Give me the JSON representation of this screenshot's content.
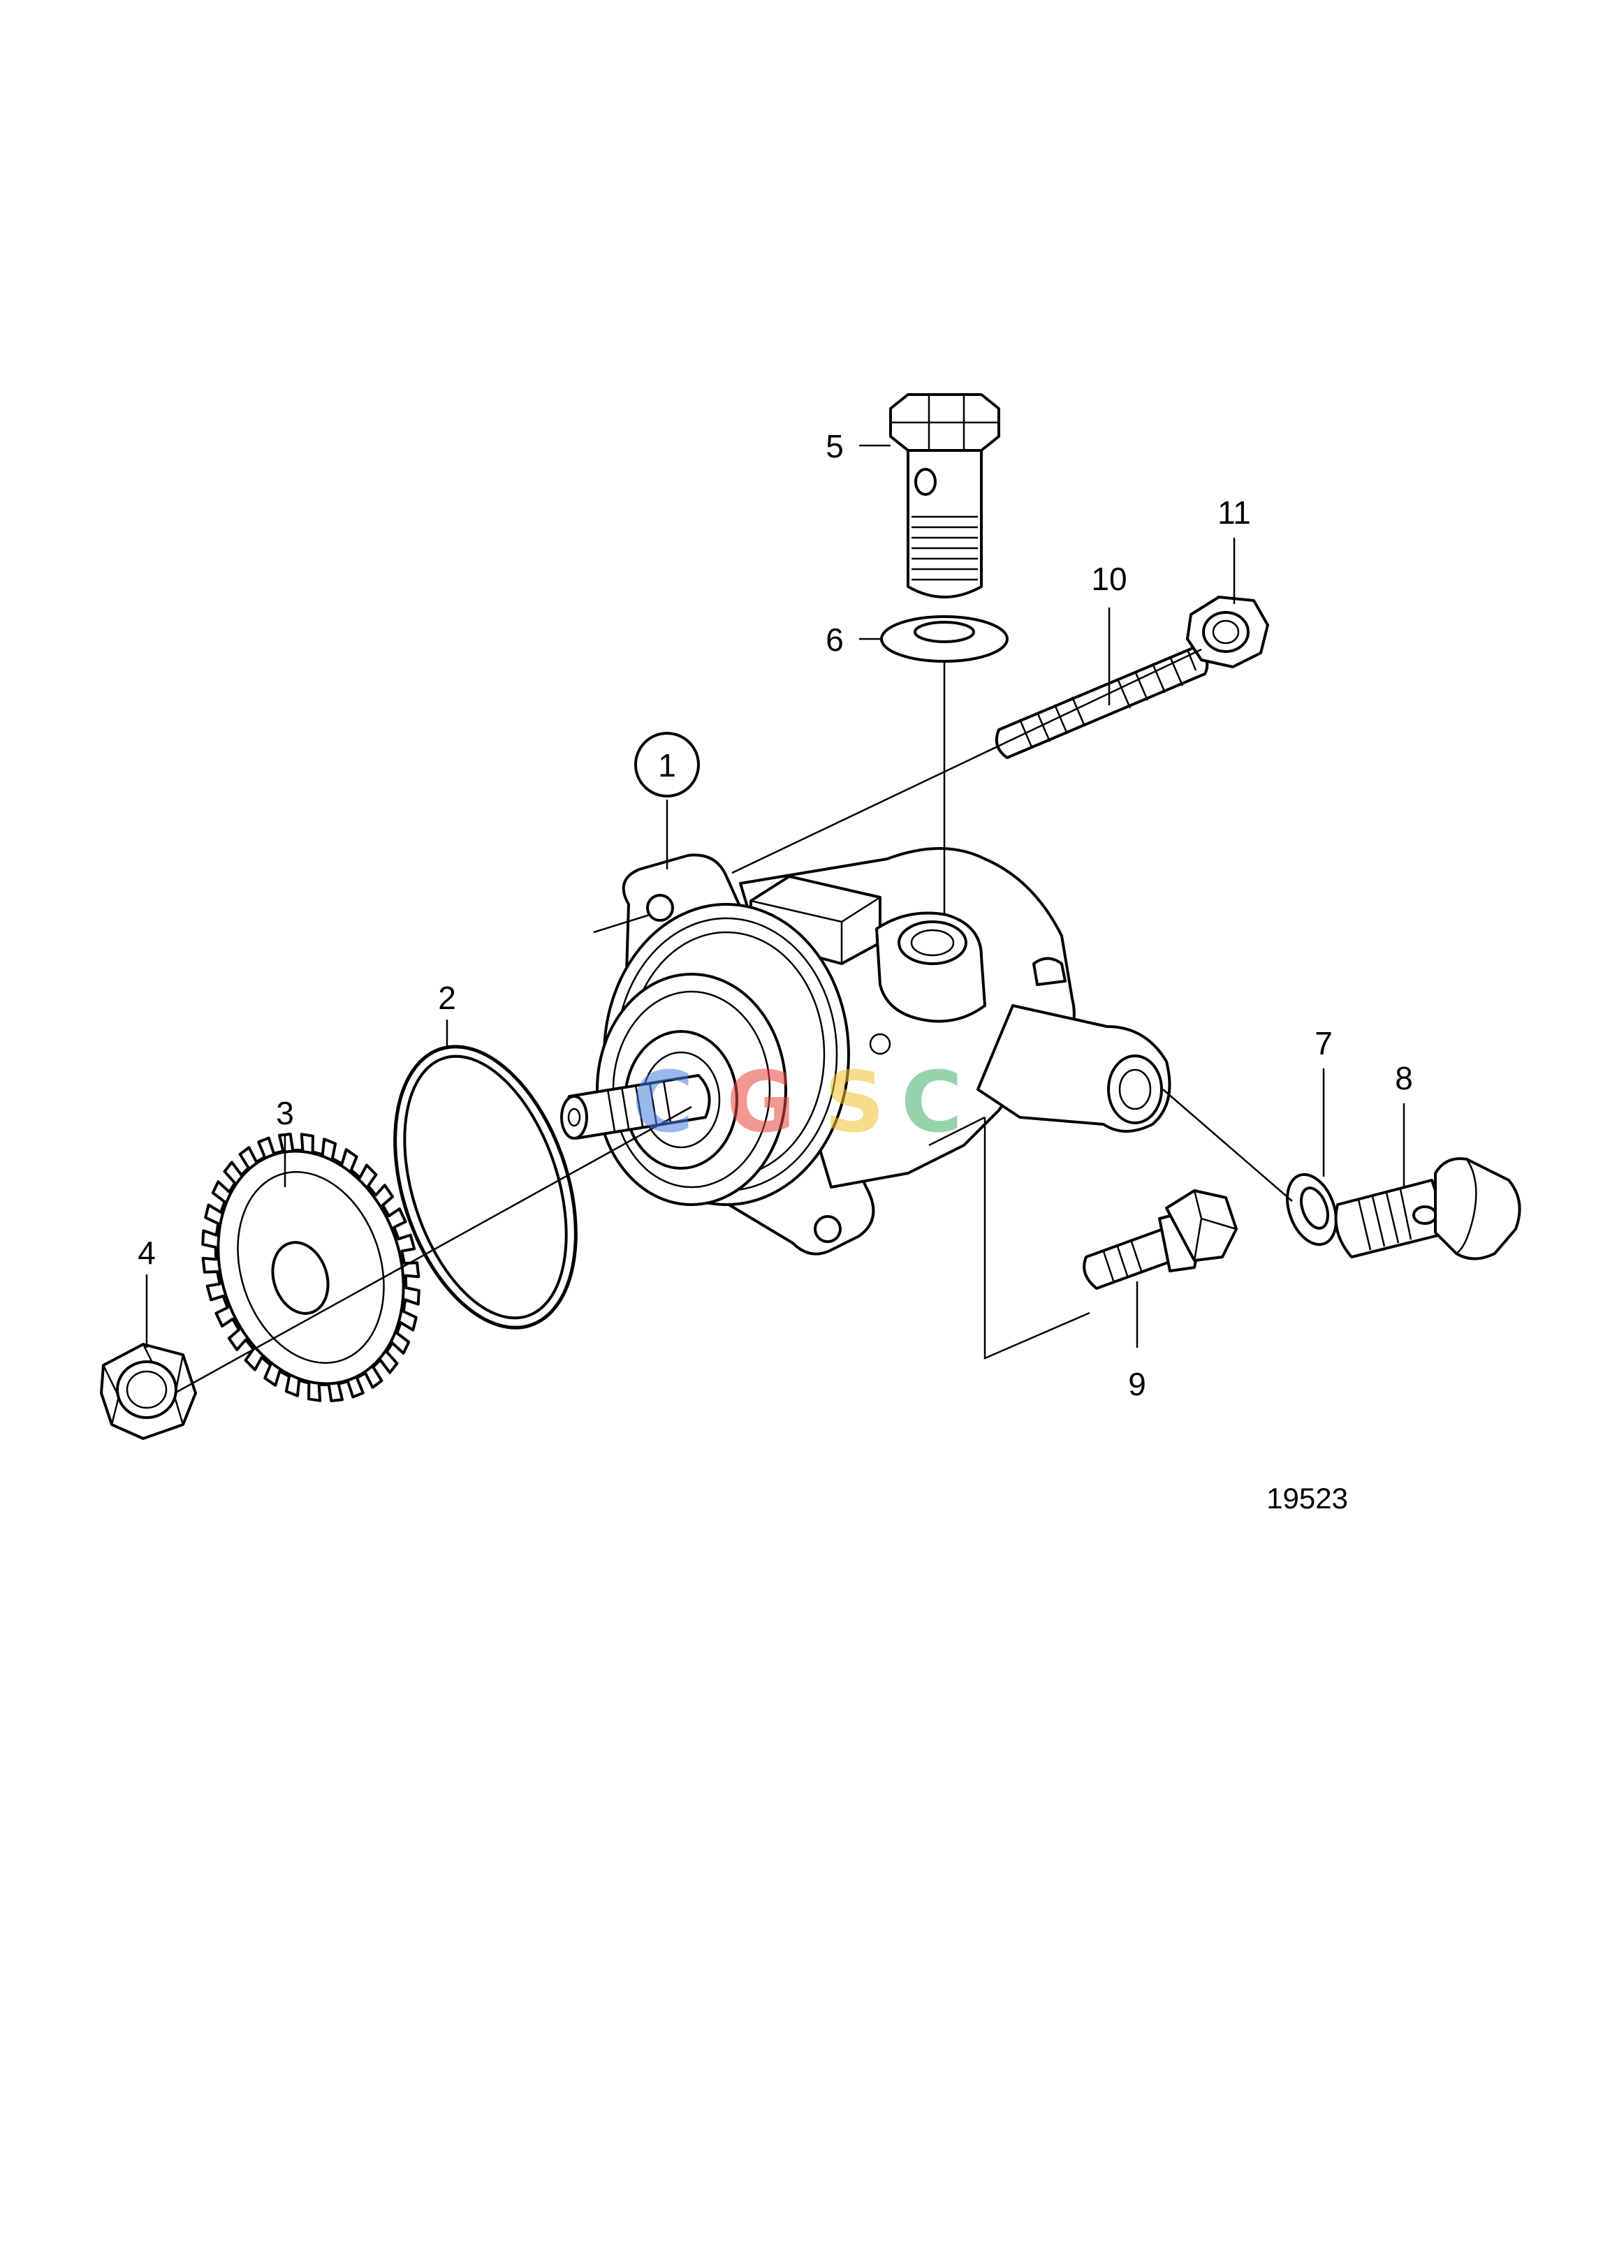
{
  "diagram": {
    "reference_number": "19523",
    "watermark": {
      "letters": [
        "C",
        "G",
        "S",
        "C"
      ],
      "colors": [
        "#4a7fe0",
        "#e8453c",
        "#f2c12e",
        "#3fb06a"
      ]
    },
    "callouts": [
      {
        "id": "1",
        "label": "1",
        "circled": true
      },
      {
        "id": "2",
        "label": "2"
      },
      {
        "id": "3",
        "label": "3"
      },
      {
        "id": "4",
        "label": "4"
      },
      {
        "id": "5",
        "label": "5"
      },
      {
        "id": "6",
        "label": "6"
      },
      {
        "id": "7",
        "label": "7"
      },
      {
        "id": "8",
        "label": "8"
      },
      {
        "id": "9",
        "label": "9"
      },
      {
        "id": "10",
        "label": "10"
      },
      {
        "id": "11",
        "label": "11"
      }
    ]
  }
}
